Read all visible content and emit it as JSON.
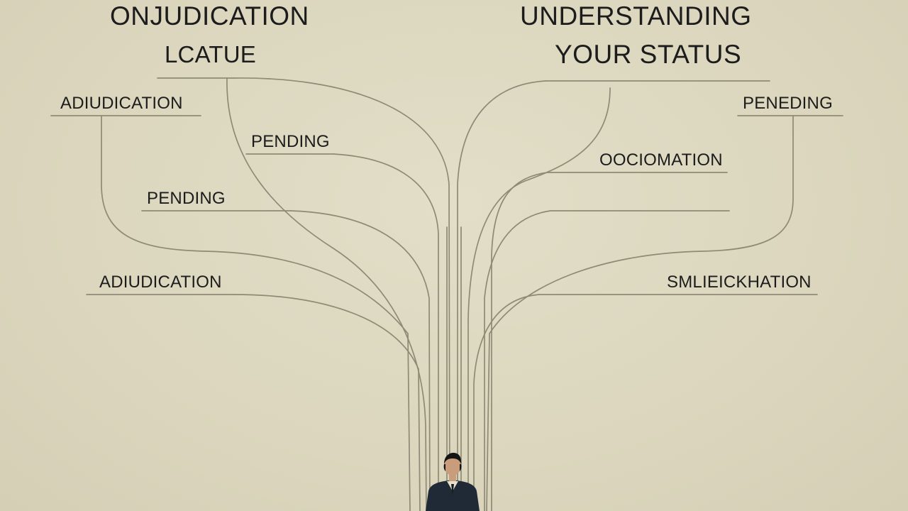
{
  "diagram": {
    "left_title": "ONJUDICATION",
    "left_subtitle": "LCATUE",
    "right_title_line1": "UNDERSTANDING",
    "right_title_line2": "YOUR STATUS",
    "left_labels": [
      "ADIUDICATION",
      "PENDING",
      "PENDING",
      "ADIUDICATION"
    ],
    "right_labels": [
      "PENEDING",
      "OOCIOMATION",
      "SMLIEICKHATION"
    ]
  },
  "colors": {
    "background": "#dcd7bf",
    "line": "#8e8a76",
    "text": "#1c1c1c",
    "figure_suit": "#1f2a36"
  },
  "icons": [
    "person-figure-icon"
  ]
}
